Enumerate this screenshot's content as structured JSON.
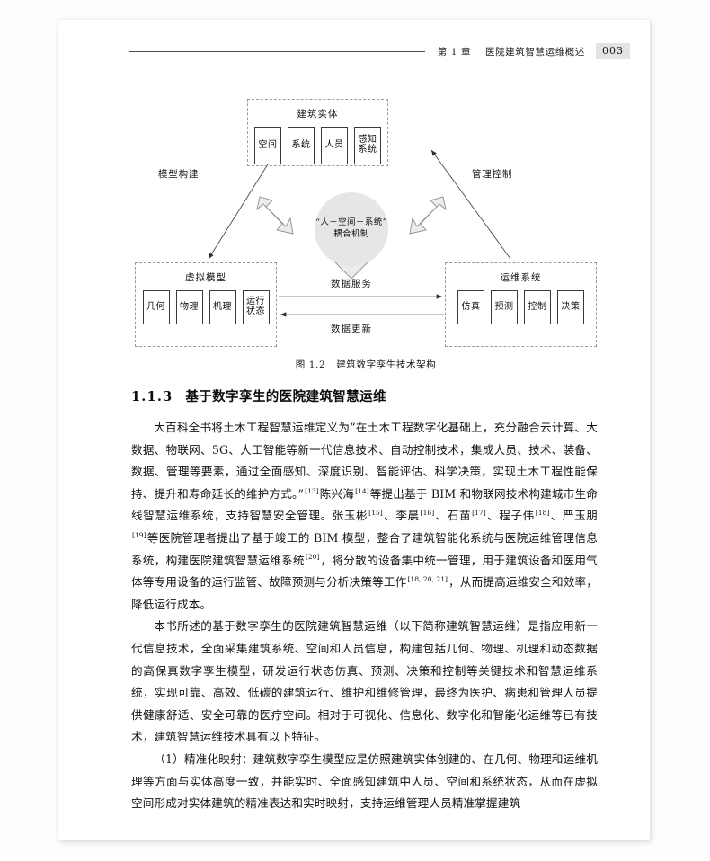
{
  "header": {
    "chapter": "第 1 章",
    "title": "医院建筑智慧运维概述",
    "page_number": "003"
  },
  "figure": {
    "caption_number": "图 1.2",
    "caption_text": "建筑数字孪生技术架构",
    "entity_group": {
      "title": "建筑实体",
      "items": [
        "空间",
        "系统",
        "人员",
        "感知系统"
      ]
    },
    "virtual_group": {
      "title": "虚拟模型",
      "items": [
        "几何",
        "物理",
        "机理",
        "运行状态"
      ]
    },
    "ops_group": {
      "title": "运维系统",
      "items": [
        "仿真",
        "预测",
        "控制",
        "决策"
      ]
    },
    "center_circle": {
      "line1": "“人－空间－系统”",
      "line2": "耦合机制",
      "color": "#e6e6e6"
    },
    "left_edge_label": "模型构建",
    "right_edge_label": "管理控制",
    "flow_top_label": "数据服务",
    "flow_bottom_label": "数据更新"
  },
  "section": {
    "number": "1.1.3",
    "title": "基于数字孪生的医院建筑智慧运维"
  },
  "paragraphs": {
    "p1_a": "大百科全书将土木工程智慧运维定义为“在土木工程数字化基础上，充分融合云计算、大数据、物联网、5G、人工智能等新一代信息技术、自动控制技术，集成人员、技术、装备、数据、管理等要素，通过全面感知、深度识别、智能评估、科学决策，实现土木工程性能保持、提升和寿命延长的维护方式。”",
    "p1_ref1": "[13]",
    "p1_b": "陈兴海",
    "p1_ref2": "[14]",
    "p1_c": "等提出基于 BIM 和物联网技术构建城市生命线智慧运维系统，支持智慧安全管理。张玉彬",
    "p1_ref3": "[15]",
    "p1_d": "、李晨",
    "p1_ref4": "[16]",
    "p1_e": "、石苗",
    "p1_ref5": "[17]",
    "p1_f": "、程子伟",
    "p1_ref6": "[18]",
    "p1_g": "、严玉朋",
    "p1_ref7": "[19]",
    "p1_h": "等医院管理者提出了基于竣工的 BIM 模型，整合了建筑智能化系统与医院运维管理信息系统，构建医院建筑智慧运维系统",
    "p1_ref8": "[20]",
    "p1_i": "，将分散的设备集中统一管理，用于建筑设备和医用气体等专用设备的运行监管、故障预测与分析决策等工作",
    "p1_ref9": "[18, 20, 21]",
    "p1_j": "，从而提高运维安全和效率，降低运行成本。",
    "p2": "本书所述的基于数字孪生的医院建筑智慧运维（以下简称建筑智慧运维）是指应用新一代信息技术，全面采集建筑系统、空间和人员信息，构建包括几何、物理、机理和动态数据的高保真数字孪生模型，研发运行状态仿真、预测、决策和控制等关键技术和智慧运维系统，实现可靠、高效、低碳的建筑运行、维护和维修管理，最终为医护、病患和管理人员提供健康舒适、安全可靠的医疗空间。相对于可视化、信息化、数字化和智能化运维等已有技术，建筑智慧运维技术具有以下特征。",
    "p3": "（1）精准化映射：建筑数字孪生模型应是仿照建筑实体创建的、在几何、物理和运维机理等方面与实体高度一致，并能实时、全面感知建筑中人员、空间和系统状态，从而在虚拟空间形成对实体建筑的精准表达和实时映射，支持运维管理人员精准掌握建筑"
  }
}
